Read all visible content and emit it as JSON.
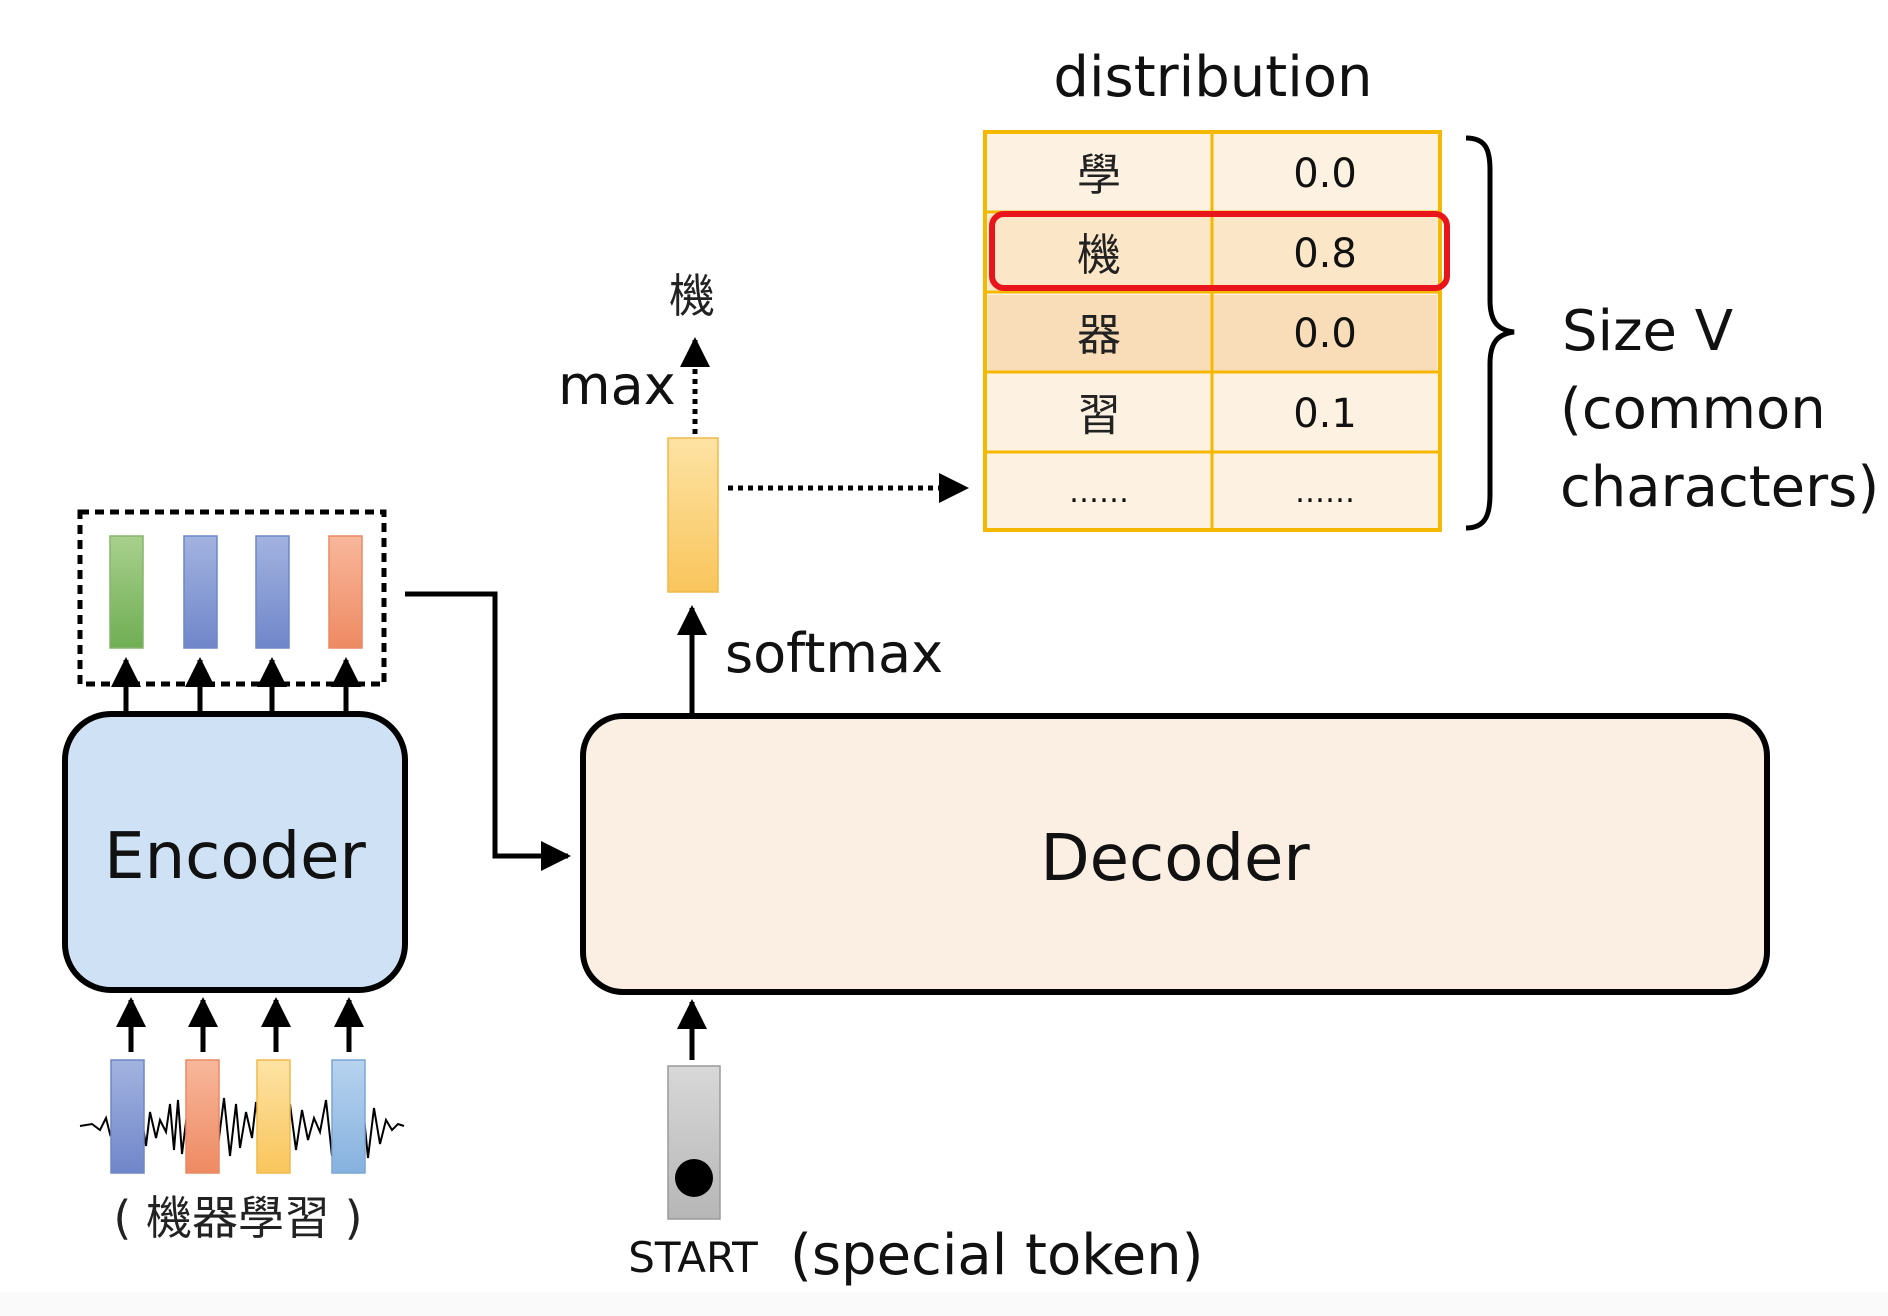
{
  "encoder": {
    "label": "Encoder"
  },
  "decoder": {
    "label": "Decoder"
  },
  "input": {
    "caption": "( 機器學習 )"
  },
  "start_token": {
    "label": "START",
    "note": "(special token)"
  },
  "softmax": {
    "label": "softmax"
  },
  "max": {
    "label": "max",
    "output": "機"
  },
  "distribution": {
    "title": "distribution",
    "rows": [
      {
        "char": "學",
        "prob": "0.0"
      },
      {
        "char": "機",
        "prob": "0.8"
      },
      {
        "char": "器",
        "prob": "0.0"
      },
      {
        "char": "習",
        "prob": "0.1"
      },
      {
        "char": "……",
        "prob": "……"
      }
    ],
    "highlighted_row": 1
  },
  "vocab": {
    "line1": "Size V",
    "line2": "(common",
    "line3": "characters)"
  },
  "colors": {
    "encoder_fill": "#cfe2f5",
    "decoder_fill": "#fbeee2",
    "table_border": "#f5b800",
    "table_fill": "#fdebd3",
    "highlight": "#e8161b",
    "vec_green": "#93c47d",
    "vec_blue": "#8ea2d8",
    "vec_orange": "#f4a582",
    "vec_yellow": "#fcd378",
    "vec_lightblue": "#9fc2e7",
    "start_gray": "#c8c8c8"
  }
}
